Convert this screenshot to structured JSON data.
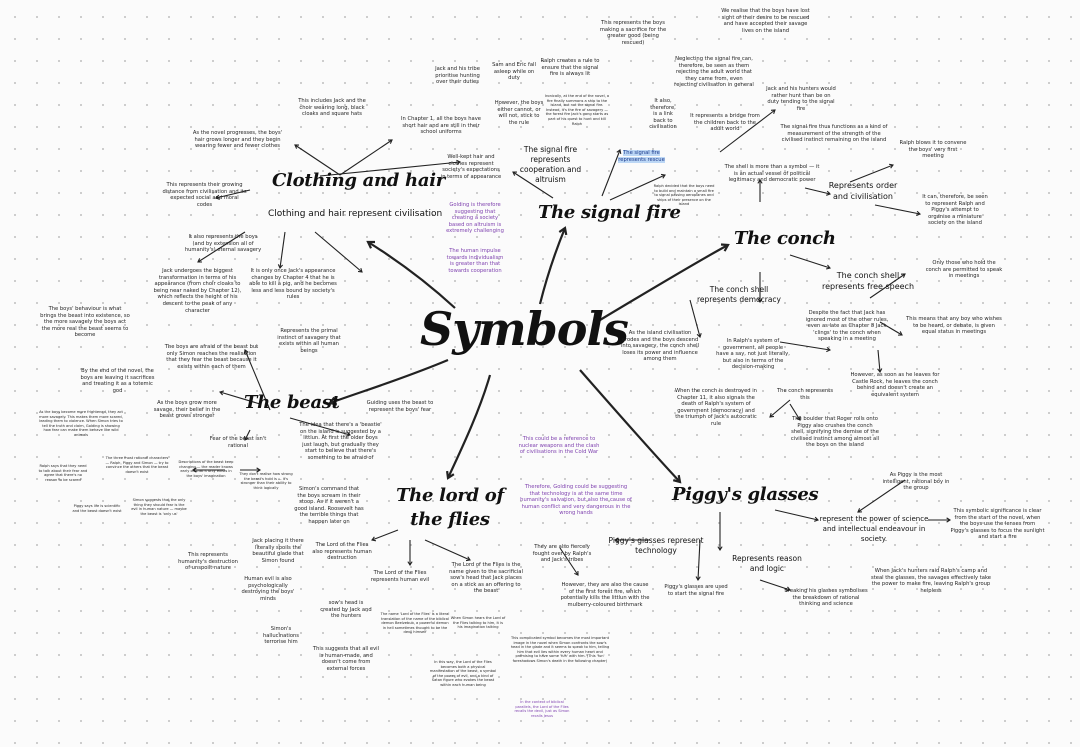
{
  "center": "Symbols",
  "subtopics": {
    "clothing_hair": "Clothing and hair",
    "clothing_hair_sub": "Clothing and hair represent civilisation",
    "signal_fire": "The signal fire",
    "signal_fire_sub": "The signal fire represents cooperation and altruism",
    "conch": "The conch",
    "conch_sub1": "Represents order and civilisation",
    "conch_sub2": "The conch shell represents free speech",
    "conch_sub3": "The conch shell represents democracy",
    "beast": "The beast",
    "beast_sub": "Fear of the beast isn't rational",
    "lord_flies": "The lord of the flies",
    "piggy": "Piggy's glasses",
    "piggy_sub1": "Piggy's glasses represent technology",
    "piggy_sub2": "Represents reason and logic",
    "piggy_sub3": "represent the power of science and intellectual endeavour in society."
  },
  "notes": {
    "n1": "This represents the boys making a sacrifice for the greater good (being rescued)",
    "n2": "We realise that the boys have lost sight of their desire to be rescued and have accepted their savage lives on the island",
    "n3": "Sam and Eric fall asleep while on duty",
    "n4": "Ralph creates a rule to ensure that the signal fire is always lit",
    "n5": "Jack and his tribe prioritise hunting over their duties",
    "n6": "Neglecting the signal fire can, therefore, be seen as them rejecting the adult world that they came from, even rejecting civilisation in general",
    "n7": "Jack and his hunters would rather hunt than be on duty tending to the signal fire",
    "n8": "It also, therefore, is a link back to civilisation",
    "n9": "It represents a bridge from the children back to the adult world",
    "n10": "The signal fire thus functions as a kind of measurement of the strength of the civilised instinct remaining on the island",
    "n11": "However, the boys either cannot, or will not, stick to the rule",
    "n12": "Ironically, at the end of the novel, a fire finally summons a ship to the island, but not the signal fire. Instead, it's the fire of savagery — the forest fire Jack's gang starts as part of his quest to hunt and kill Ralph",
    "n13": "The signal fire represents rescue",
    "n14": "Ralph decided that the boys need to build and maintain a small fire to signal passing aeroplanes and ships of their presence on the island",
    "n15": "This includes Jack and the choir wearing long, black cloaks and square hats",
    "n16": "In Chapter 1, all the boys have short hair and are still in their school uniforms",
    "n17": "Well-kept hair and clothes represent society's expectations in terms of appearance",
    "n18": "Golding is therefore suggesting that creating a society based on altruism is extremely challenging",
    "n19": "The human impulse towards individualism is greater than that towards cooperation",
    "n20": "As the novel progresses, the boys' hair grows longer and they begin wearing fewer and fewer clothes",
    "n21": "This represents their growing distance from civilisation and its expected social and moral codes",
    "n22": "It also represents the boys (and by extension all of humanity's) eternal savagery",
    "n23": "Jack undergoes the biggest transformation in terms of his appearance (from choir cloaks to being near naked by Chapter 12), which reflects the height of his descent to the peak of any character",
    "n24": "It is only once Jack's appearance changes by Chapter 4 that he is able to kill a pig, and he becomes less and less bound by society's rules",
    "n25": "The boys' behaviour is what brings the beast into existence, so the more savagely the boys act the more real the beast seems to become",
    "n26": "The boys are afraid of the beast but only Simon reaches the realisation that they fear the beast because it exists within each of them",
    "n27": "Represents the primal instinct of savagery that exists within all human beings",
    "n28": "By the end of the novel, the boys are leaving it sacrifices and treating it as a totemic god",
    "n29": "As the boys grow more savage, their belief in the beast grows stronger",
    "n30": "As the boys become more frightened, they act more savagely. This makes them more scared, leading them to violence. When Simon tries to tell the truth and claim, Golding is showing how fear can make them behave like wild animals",
    "n31": "Guiding uses the beast to represent the boys' fear",
    "n32": "The idea that there's a 'beastie' on the island is suggested by a littlun. At first the older boys just laugh, but gradually they start to believe that there's something to be afraid of",
    "n33": "Simon's command that the boys scream in their stoop. As if it weren't a good island. Roosevelt has the terrible things that happen later on",
    "n34": "The three most rational characters — Ralph, Piggy and Simon — try to convince the others that the beast doesn't exist",
    "n35": "Ralph says that they need to talk about their fear and agree that there's no reason to be scared",
    "n36": "Piggy says life is scientific and the beast doesn't exist",
    "n37": "Simon suggests that the only thing they should fear is the evil in human nature — maybe the beast is 'only us'",
    "n38": "Descriptions of the beast keep changing — the reader knows early on that it only exists in the boys' imagination",
    "n39": "They don't realise how strong the beast's hold is — it's stronger than their ability to think logically",
    "n40": "Jack placing it there literally spoils the beautiful glade that Simon found",
    "n41": "This represents humanity's destruction of unspoilt nature",
    "n42": "The Lord of the Flies also represents human destruction",
    "n43": "Human evil is also psychologically destroying the boys' minds",
    "n44": "Simon's hallucinations terrorise him",
    "n45": "The Lord of the Flies represents human evil",
    "n46": "sow's head is created by Jack and the hunters",
    "n47": "This suggests that all evil is human-made, and doesn't come from external forces",
    "n48": "The Lord of the Flies is the name given to the sacrificial sow's head that Jack places on a stick as an offering to the beast",
    "n49": "The name 'Lord of the Flies' is a literal translation of the name of the biblical demon Beelzebub, a powerful demon in hell sometimes thought to be the devil himself",
    "n50": "When Simon hears the Lord of the Flies talking to him, it is his imagination talking",
    "n51": "This complicated symbol becomes the most important image in the novel when Simon confronts the sow's head in the glade and it seems to speak to him, telling him that evil lies within every human heart and promising to have some 'fun' with him. (This 'fun' foreshadows Simon's death in the following chapter)",
    "n52": "In this way, the Lord of the Flies becomes both a physical manifestation of the beast, a symbol of the power of evil, and a kind of Satan figure who evokes the beast within each human being",
    "n53": "In the context of biblical parallels, the Lord of the Flies recalls the devil, just as Simon recalls Jesus",
    "n54": "This could be a reference to nuclear weapons and the clash of civilisations in the Cold War",
    "n55": "Therefore, Golding could be suggesting that technology is at the same time humanity's salvation, but also the cause of human conflict and very dangerous in the wrong hands",
    "n56": "They are also fiercely fought over by Ralph's and Jack's tribes",
    "n57": "However, they are also the cause of the first forest fire, which potentially kills the littlun with the mulberry-coloured birthmark",
    "n58": "Piggy's glasses are used to start the signal fire",
    "n59": "Breaking his glasses symbolises the breakdown of rational thinking and science",
    "n60": "As Piggy is the most intelligent, rational boy in the group",
    "n61": "This symbolic significance is clear from the start of the novel, when the boys use the lenses from Piggy's glasses to focus the sunlight and start a fire",
    "n62": "When Jack's hunters raid Ralph's camp and steal the glasses, the savages effectively take the power to make fire, leaving Ralph's group helpless",
    "n63": "As the island civilisation erodes and the boys descend into savagery, the conch shell loses its power and influence among them",
    "n64": "In Ralph's system of government, all people have a say, not just literally, but also in terms of the decision-making",
    "n65": "When the conch is destroyed in Chapter 11, it also signals the death of Ralph's system of government (democracy) and the triumph of Jack's autocratic rule",
    "n66": "The conch represents this",
    "n67": "The boulder that Roger rolls onto Piggy also crushes the conch shell, signifying the demise of the civilised instinct among almost all the boys on the island",
    "n68": "Despite the fact that Jack has ignored most of the other rules, even as late as Chapter 8 Jack 'clings' to the conch when speaking in a meeting",
    "n69": "This means that any boy who wishes to be heard, or debate, is given equal status in meetings",
    "n70": "However, as soon as he leaves for Castle Rock, he leaves the conch behind and doesn't create an equivalent system",
    "n71": "Only those who hold the conch are permitted to speak in meetings",
    "n72": "The shell is more than a symbol — it is an actual vessel of political legitimacy and democratic power",
    "n73": "Ralph blows it to convene the boys' very first meeting",
    "n74": "It can, therefore, be seen to represent Ralph and Piggy's attempt to organise a miniature society on the island"
  }
}
